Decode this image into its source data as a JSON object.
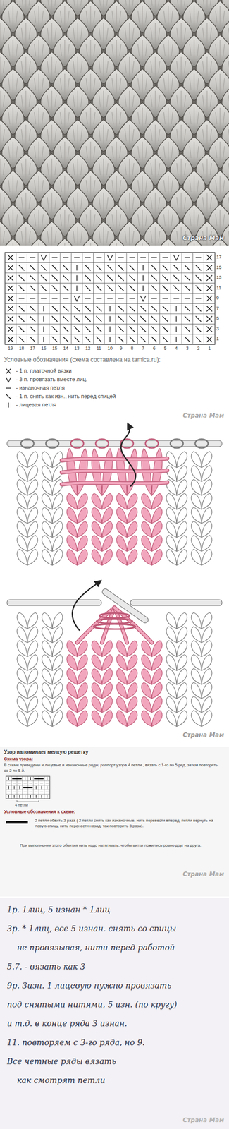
{
  "diagram": {
    "labels": [
      "Страна Мам",
      "19",
      "18",
      "17",
      "16",
      "15",
      "14",
      "13",
      "12",
      "11",
      "10",
      "9",
      "8",
      "7",
      "6",
      "5",
      "4",
      "3",
      "2",
      "1",
      "1",
      "3",
      "5",
      "7",
      "9",
      "11",
      "13",
      "15",
      "17",
      "Условные обозначения (схема составлена на tamica.ru):",
      "Страна Мам",
      "Страна Мам",
      "Узор напоминает мелкую решетку",
      "Схема узора:",
      "В схеме приведены и лицевые и изнаночные ряды, раппорт узора 4 петли , вязать с 1-го по 5 ряд, затем повторять со 2 по 5-й.",
      "4 петли",
      "Условные обозначения к схеме:",
      "При выполнении этого обвития нить надо натягивать, чтобы витки ложились ровно друг на друга.",
      "Страна Мам",
      "1р. 1лиц, 5 изнан * 1лиц",
      "3р. * 1лиц, все 5 изнан. снять со спицы",
      "не провязывая, нити перед работой",
      "5.7. - вязать как 3",
      "9р. 3изн. 1 лицевую нужно провязать",
      "под снятыми нитями, 5 изн. (по кругу)",
      "и т.д. в конце ряда 3 изнан.",
      "11. повторяем с 3-го ряда, но 9.",
      "Все четные ряды вязать",
      "как смотрят петли",
      "Страна Мам"
    ],
    "legend": [
      {
        "text": "- 1 п. платочной вязки"
      },
      {
        "text": "- 3 п. провязать вместе лиц."
      },
      {
        "text": "- изнаночная петля"
      },
      {
        "text": "- 1 п. снять как изн., нить перед спицей"
      },
      {
        "text": "- лицевая петля"
      },
      {
        "text": "2 петли обвить 3 раза ( 2 петли снять как изнаночные, нить перевести вперед, петли вернуть на левую спицу, нить перенести назад, так повторить 3 раза)."
      }
    ]
  }
}
